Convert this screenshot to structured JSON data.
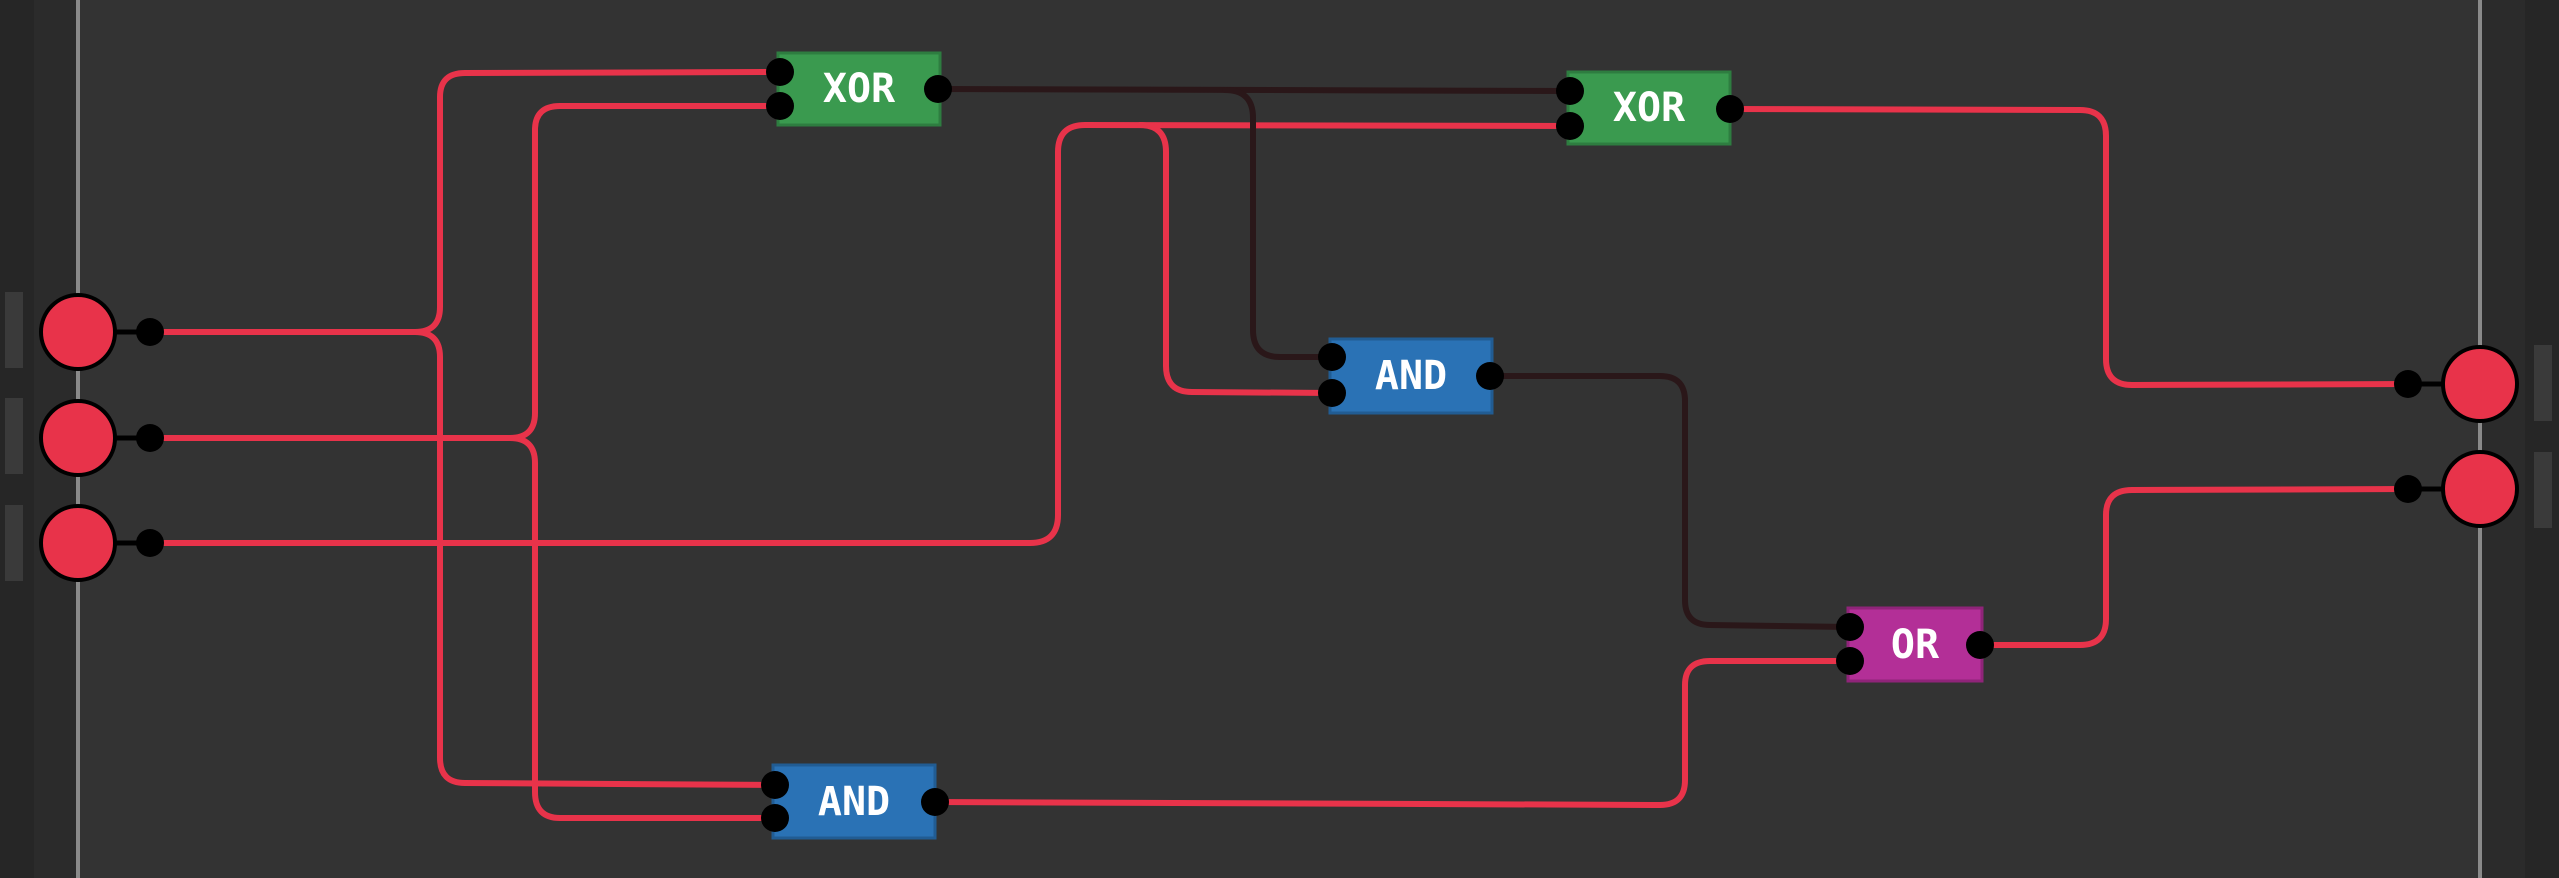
{
  "colors": {
    "background": "#333333",
    "rail": "#2b2b2b",
    "rail_line": "#888888",
    "wire_on": "#e8334a",
    "wire_off": "#2a1719",
    "pin": "#000000",
    "io_on": "#e8334a",
    "xor": "#3a9a4f",
    "xor_border": "#2e7d40",
    "and": "#2a72b5",
    "and_border": "#215c93",
    "or": "#b32f97",
    "or_border": "#8f2479"
  },
  "inputs": [
    {
      "id": "in-a",
      "state": "on"
    },
    {
      "id": "in-b",
      "state": "on"
    },
    {
      "id": "in-c",
      "state": "on"
    }
  ],
  "outputs": [
    {
      "id": "out-sum",
      "state": "on"
    },
    {
      "id": "out-carry",
      "state": "on"
    }
  ],
  "gates": [
    {
      "id": "xor-1",
      "type": "xor",
      "label": "XOR"
    },
    {
      "id": "xor-2",
      "type": "xor",
      "label": "XOR"
    },
    {
      "id": "and-1",
      "type": "and",
      "label": "AND"
    },
    {
      "id": "and-2",
      "type": "and",
      "label": "AND"
    },
    {
      "id": "or-1",
      "type": "or",
      "label": "OR"
    }
  ],
  "wires": [
    {
      "id": "w-a-xor1",
      "state": "on"
    },
    {
      "id": "w-a-and2",
      "state": "on"
    },
    {
      "id": "w-b-xor1",
      "state": "on"
    },
    {
      "id": "w-b-and2",
      "state": "on"
    },
    {
      "id": "w-c-xor2",
      "state": "on"
    },
    {
      "id": "w-c-and1",
      "state": "on"
    },
    {
      "id": "w-xor1-xor2",
      "state": "off"
    },
    {
      "id": "w-xor1-and1",
      "state": "off"
    },
    {
      "id": "w-and1-or",
      "state": "off"
    },
    {
      "id": "w-and2-or",
      "state": "on"
    },
    {
      "id": "w-xor2-out",
      "state": "on"
    },
    {
      "id": "w-or-out",
      "state": "on"
    }
  ]
}
